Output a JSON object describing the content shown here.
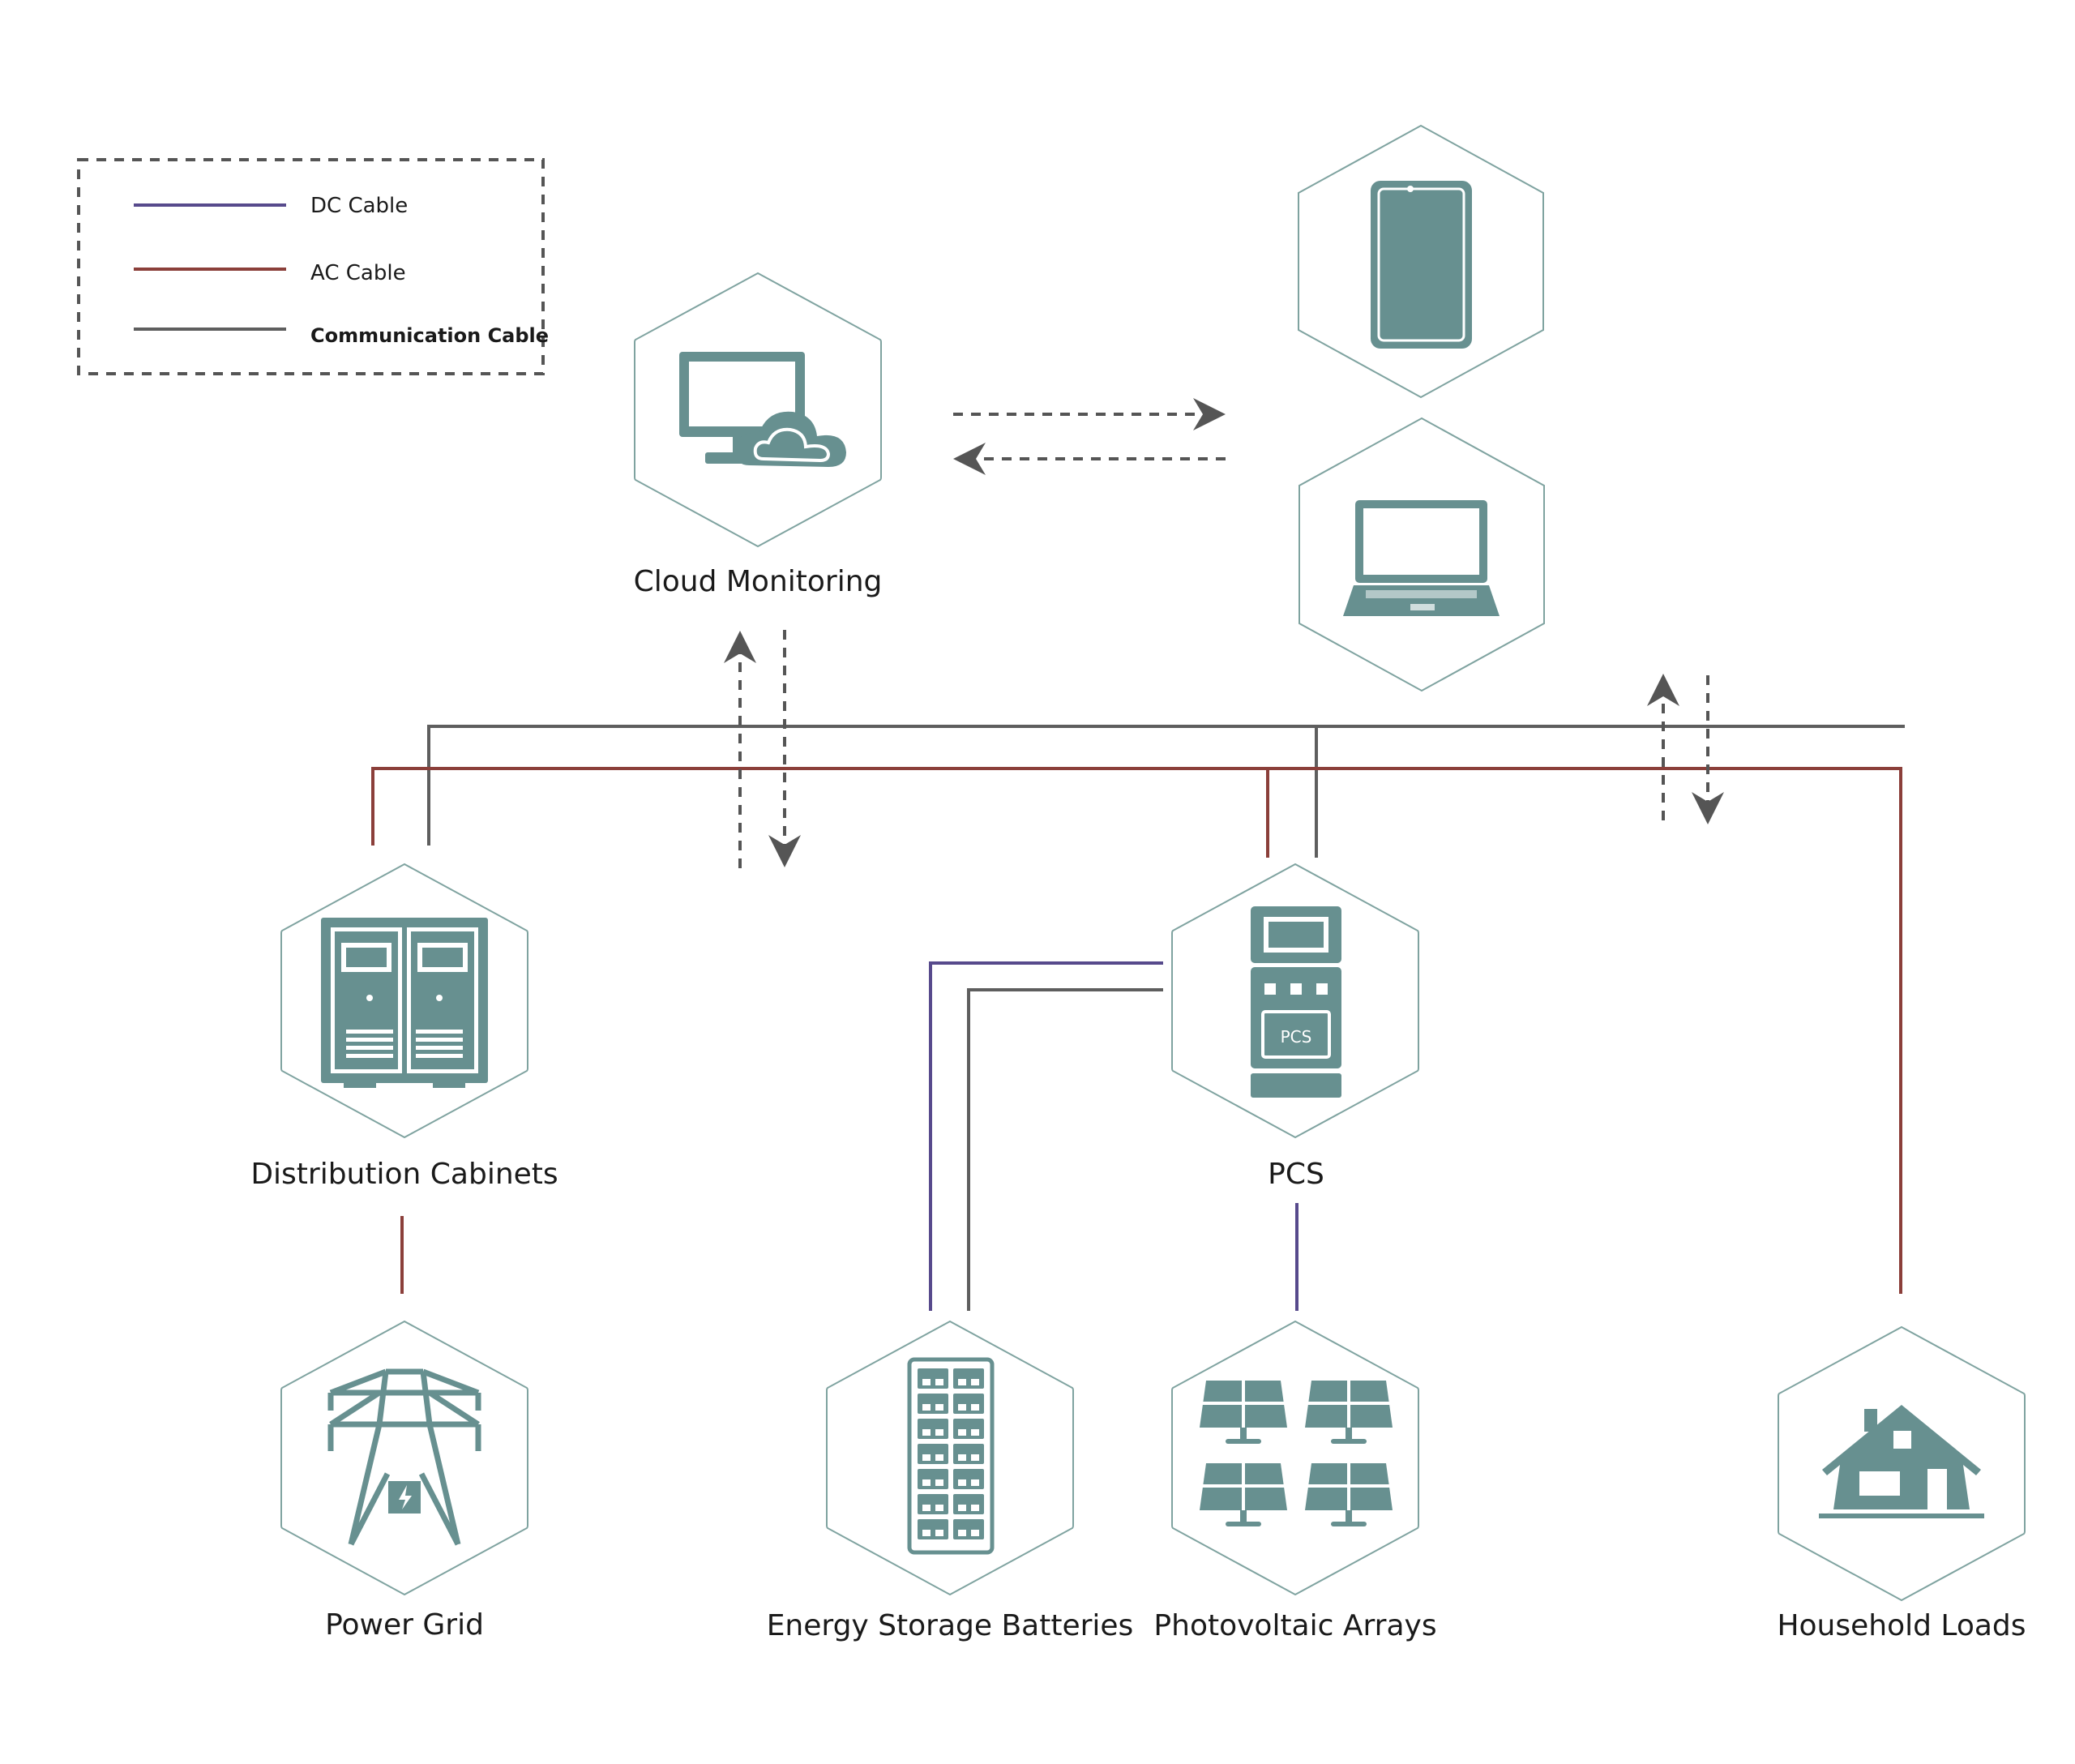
{
  "legend": {
    "items": [
      {
        "label": "DC Cable",
        "color": "#574a8c"
      },
      {
        "label": "AC Cable",
        "color": "#8b3f3a"
      },
      {
        "label": "Communication Cable",
        "color": "#5e5e5e"
      }
    ]
  },
  "nodes": {
    "cloud_monitoring": "Cloud Monitoring",
    "distribution_cabinets": "Distribution Cabinets",
    "pcs": "PCS",
    "pcs_badge": "PCS",
    "power_grid": "Power Grid",
    "energy_storage_batteries": "Energy Storage Batteries",
    "photovoltaic_arrays": "Photovoltaic Arrays",
    "household_loads": "Household Loads"
  },
  "colors": {
    "icon": "#679090",
    "hex_outline": "#7fa3a0",
    "dashed_arrow": "#555555"
  },
  "icons": {
    "cloud_monitoring": "monitor-cloud-icon",
    "phone": "smartphone-icon",
    "laptop": "laptop-icon",
    "distribution_cabinets": "cabinet-icon",
    "pcs": "pcs-unit-icon",
    "power_grid": "transmission-tower-icon",
    "energy_storage_batteries": "battery-rack-icon",
    "photovoltaic_arrays": "solar-panels-icon",
    "household_loads": "house-icon"
  }
}
